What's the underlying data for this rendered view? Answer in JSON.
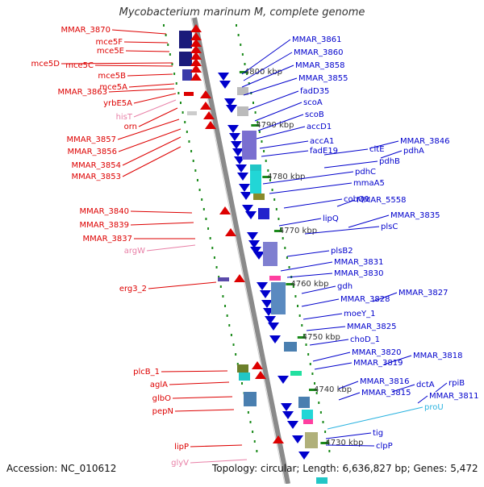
{
  "title": "Mycobacterium marinum M, complete genome",
  "footer": {
    "accession": "Accession: NC_010612",
    "summary": "Topology: circular; Length: 6,636,827 bp; Genes: 5,472"
  },
  "colors": {
    "left_gene": "#dd0000",
    "left_gene_pale": "#e87fa6",
    "right_gene": "#0000cc",
    "right_gene_pale": "#2bb3e0",
    "axis": "#888888",
    "dots": "#1a8a1a"
  },
  "kbp_ticks": [
    "4800 kbp",
    "4790 kbp",
    "4780 kbp",
    "4770 kbp",
    "4760 kbp",
    "4750 kbp",
    "4740 kbp",
    "4730 kbp"
  ],
  "left_genes": [
    "MMAR_3870",
    "mce5F",
    "mce5E",
    "mce5D",
    "mce5C",
    "mce5B",
    "mce5A",
    "MMAR_3863",
    "yrbE5A",
    "hisT",
    "orn",
    "MMAR_3857",
    "MMAR_3856",
    "MMAR_3854",
    "MMAR_3853",
    "MMAR_3840",
    "MMAR_3839",
    "MMAR_3837",
    "argW",
    "erg3_2",
    "plcB_1",
    "aglA",
    "glbO",
    "pepN",
    "lipP",
    "glyV"
  ],
  "right_genes": [
    "MMAR_3861",
    "MMAR_3860",
    "MMAR_3858",
    "MMAR_3855",
    "fadD35",
    "scoA",
    "scoB",
    "accD1",
    "accA1",
    "fadE19",
    "citE",
    "MMAR_3846",
    "pdhA",
    "pdhB",
    "pdhC",
    "mmaA5",
    "cobQ1",
    "MMAR_5558",
    "lipQ",
    "MMAR_3835",
    "plsC",
    "plsB2",
    "MMAR_3831",
    "MMAR_3830",
    "gdh",
    "MMAR_3828",
    "MMAR_3827",
    "moeY_1",
    "MMAR_3825",
    "choD_1",
    "MMAR_3820",
    "MMAR_3819",
    "MMAR_3818",
    "MMAR_3816",
    "dctA",
    "rpiB",
    "MMAR_3815",
    "MMAR_3811",
    "proU",
    "tig",
    "clpP"
  ]
}
